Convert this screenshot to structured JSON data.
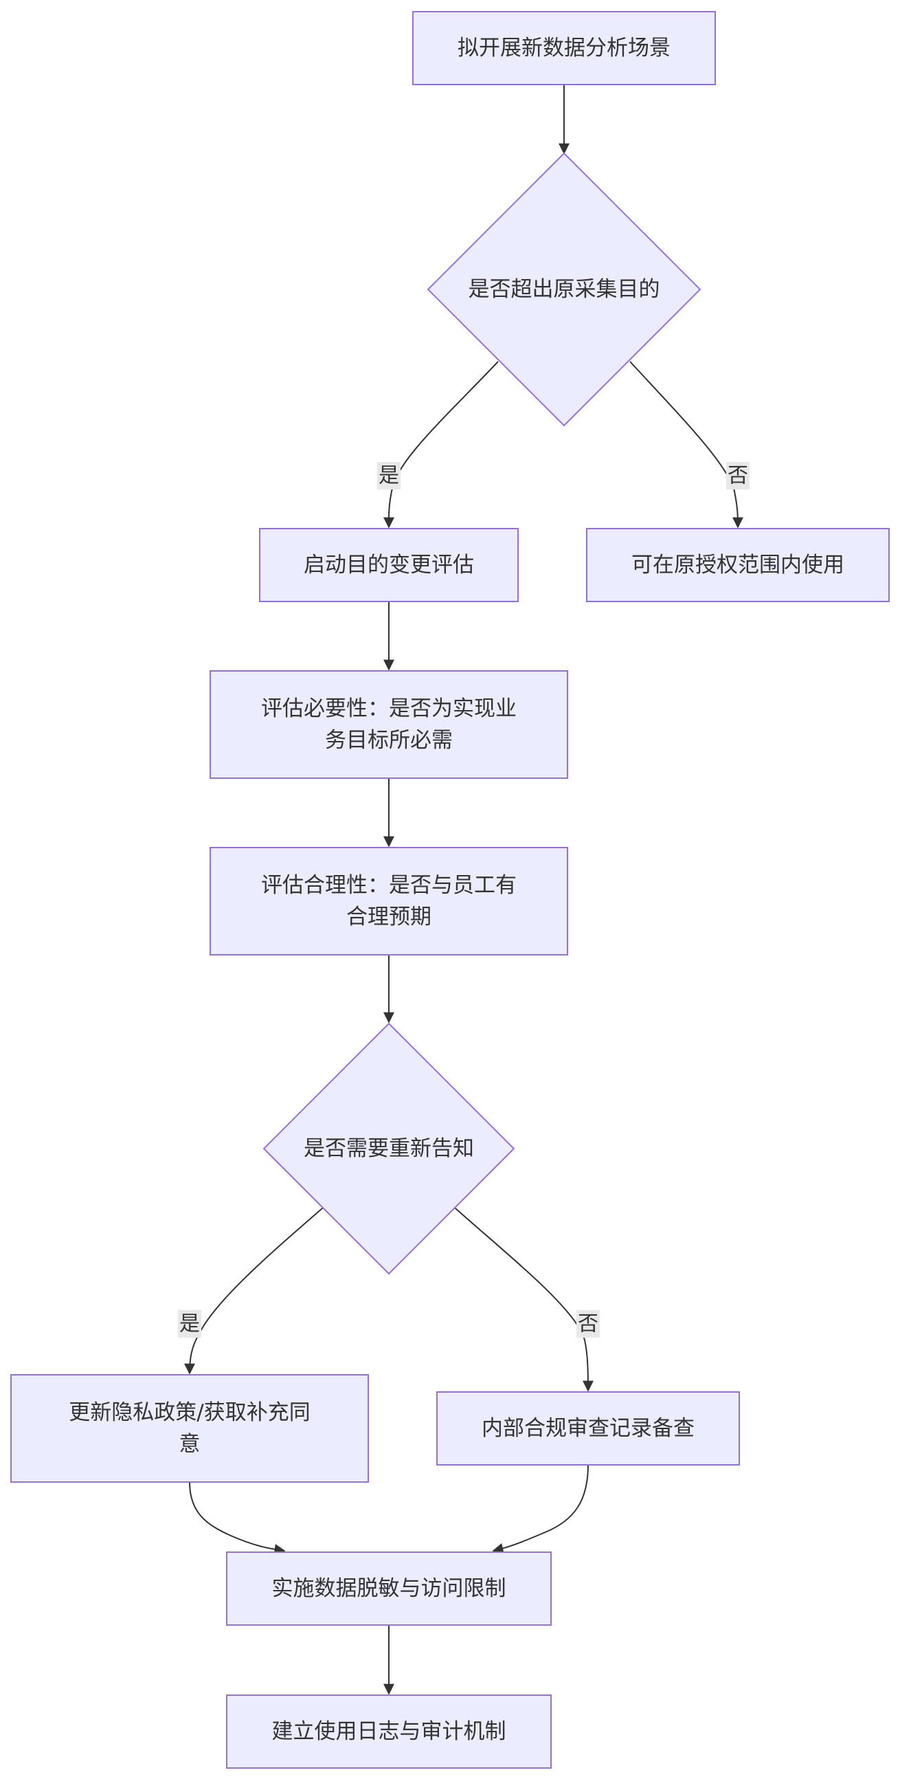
{
  "colors": {
    "node_fill": "#ECECFF",
    "node_stroke": "#9370DB",
    "edge": "#333333",
    "label_bg": "#E8E8E8",
    "text": "#333333"
  },
  "nodes": [
    {
      "id": "n1",
      "shape": "rect",
      "lines": [
        "拟开展新数据分析场景"
      ]
    },
    {
      "id": "n2",
      "shape": "diamond",
      "lines": [
        "是否超出原采集目的"
      ]
    },
    {
      "id": "n3",
      "shape": "rect",
      "lines": [
        "启动目的变更评估"
      ]
    },
    {
      "id": "n4",
      "shape": "rect",
      "lines": [
        "可在原授权范围内使用"
      ]
    },
    {
      "id": "n5",
      "shape": "rect",
      "lines": [
        "评估必要性：是否为实现业",
        "务目标所必需"
      ]
    },
    {
      "id": "n6",
      "shape": "rect",
      "lines": [
        "评估合理性：是否与员工有",
        "合理预期"
      ]
    },
    {
      "id": "n7",
      "shape": "diamond",
      "lines": [
        "是否需要重新告知"
      ]
    },
    {
      "id": "n8",
      "shape": "rect",
      "lines": [
        "更新隐私政策/获取补充同",
        "意"
      ]
    },
    {
      "id": "n9",
      "shape": "rect",
      "lines": [
        "内部合规审查记录备查"
      ]
    },
    {
      "id": "n10",
      "shape": "rect",
      "lines": [
        "实施数据脱敏与访问限制"
      ]
    },
    {
      "id": "n11",
      "shape": "rect",
      "lines": [
        "建立使用日志与审计机制"
      ]
    }
  ],
  "edges": [
    {
      "from": "n1",
      "to": "n2",
      "label": ""
    },
    {
      "from": "n2",
      "to": "n3",
      "label": "是"
    },
    {
      "from": "n2",
      "to": "n4",
      "label": "否"
    },
    {
      "from": "n3",
      "to": "n5",
      "label": ""
    },
    {
      "from": "n5",
      "to": "n6",
      "label": ""
    },
    {
      "from": "n6",
      "to": "n7",
      "label": ""
    },
    {
      "from": "n7",
      "to": "n8",
      "label": "是"
    },
    {
      "from": "n7",
      "to": "n9",
      "label": "否"
    },
    {
      "from": "n8",
      "to": "n10",
      "label": ""
    },
    {
      "from": "n9",
      "to": "n10",
      "label": ""
    },
    {
      "from": "n10",
      "to": "n11",
      "label": ""
    }
  ]
}
